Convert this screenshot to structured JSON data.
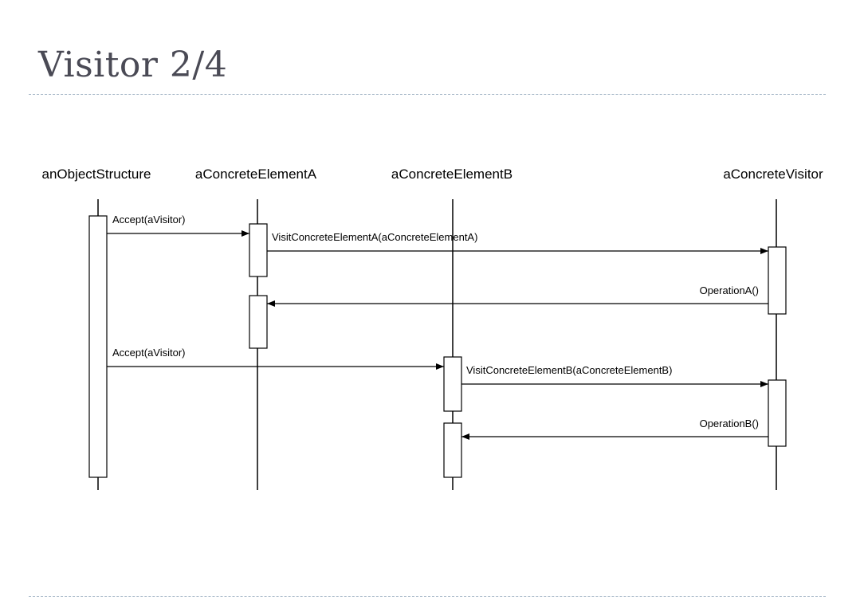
{
  "slide": {
    "title": "Visitor 2/4"
  },
  "objects": [
    {
      "id": "os",
      "name": "anObjectStructure"
    },
    {
      "id": "ea",
      "name": "aConcreteElementA"
    },
    {
      "id": "eb",
      "name": "aConcreteElementB"
    },
    {
      "id": "cv",
      "name": "aConcreteVisitor"
    }
  ],
  "messages": [
    {
      "label": "Accept(aVisitor)"
    },
    {
      "label": "VisitConcreteElementA(aConcreteElementA)"
    },
    {
      "label": "OperationA()"
    },
    {
      "label": "Accept(aVisitor)"
    },
    {
      "label": "VisitConcreteElementB(aConcreteElementB)"
    },
    {
      "label": "OperationB()"
    }
  ]
}
